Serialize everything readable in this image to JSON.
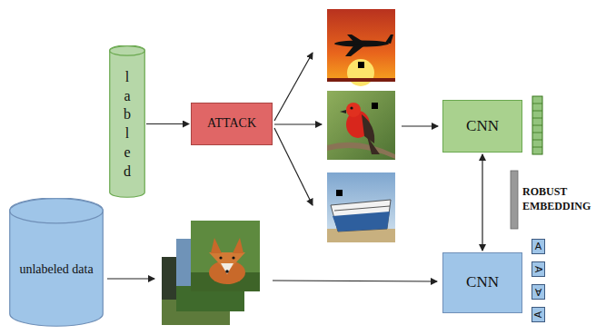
{
  "diagram": {
    "nodes": [
      {
        "text": [
          "labled"
        ]
      },
      {
        "text": [
          "ATTACK"
        ]
      },
      {
        "text": [
          "CNN"
        ]
      },
      {
        "text": [
          "unlabeled data"
        ]
      },
      {
        "text": [
          "CNN"
        ]
      },
      {
        "text": [
          "A"
        ]
      },
      {
        "text": [
          "A"
        ]
      },
      {
        "text": [
          "A"
        ]
      },
      {
        "text": [
          "A"
        ]
      }
    ],
    "edges": [
      {
        "from": 0,
        "to": 1,
        "arrow": "to"
      },
      {
        "from": 2,
        "to": 4,
        "arrow": "both"
      }
    ],
    "labels": [
      "ROBUST EMBEDDING"
    ]
  }
}
